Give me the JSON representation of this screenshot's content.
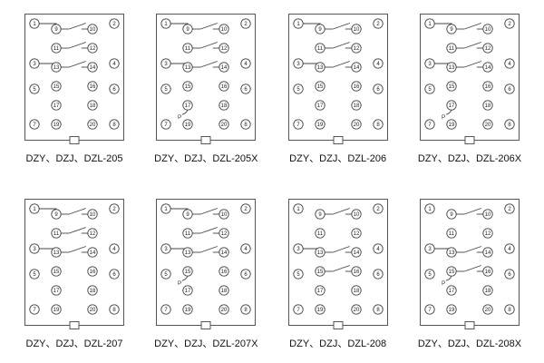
{
  "p_label": "P",
  "terminals": {
    "outer_left": [
      1,
      3,
      5,
      7
    ],
    "outer_right": [
      2,
      4,
      6,
      8
    ],
    "inner_left": [
      9,
      11,
      13,
      15,
      17,
      19
    ],
    "inner_right": [
      10,
      12,
      14,
      16,
      18,
      20
    ]
  },
  "panels": [
    {
      "caption": "DZY、DZJ、DZL-205",
      "contact_rows": [
        1,
        2,
        3
      ],
      "links": [
        [
          1,
          9
        ],
        [
          3,
          13
        ]
      ],
      "p_mark": false
    },
    {
      "caption": "DZY、DZJ、DZL-205X",
      "contact_rows": [
        1,
        2,
        3
      ],
      "links": [
        [
          1,
          9
        ],
        [
          3,
          13
        ]
      ],
      "p_mark": true,
      "p_row": 5
    },
    {
      "caption": "DZY、DZJ、DZL-206",
      "contact_rows": [
        1,
        2,
        3
      ],
      "links": [
        [
          1,
          9
        ],
        [
          3,
          13
        ]
      ],
      "p_mark": false
    },
    {
      "caption": "DZY、DZJ、DZL-206X",
      "contact_rows": [
        1,
        2,
        3
      ],
      "links": [
        [
          1,
          9
        ],
        [
          3,
          13
        ]
      ],
      "p_mark": true,
      "p_row": 5
    },
    {
      "caption": "DZY、DZJ、DZL-207",
      "contact_rows": [
        1,
        2,
        3
      ],
      "links": [
        [
          1,
          9
        ],
        [
          3,
          13
        ]
      ],
      "p_mark": false
    },
    {
      "caption": "DZY、DZJ、DZL-207X",
      "contact_rows": [
        1,
        2,
        3
      ],
      "links": [
        [
          1,
          9
        ],
        [
          3,
          13
        ]
      ],
      "p_mark": true,
      "p_row": 4
    },
    {
      "caption": "DZY、DZJ、DZL-208",
      "contact_rows": [
        1,
        3,
        4
      ],
      "links": [
        [
          3,
          13
        ]
      ],
      "p_mark": false
    },
    {
      "caption": "DZY、DZJ、DZL-208X",
      "contact_rows": [
        1,
        3,
        4
      ],
      "links": [
        [
          3,
          13
        ]
      ],
      "p_mark": true,
      "p_row": 4
    }
  ]
}
